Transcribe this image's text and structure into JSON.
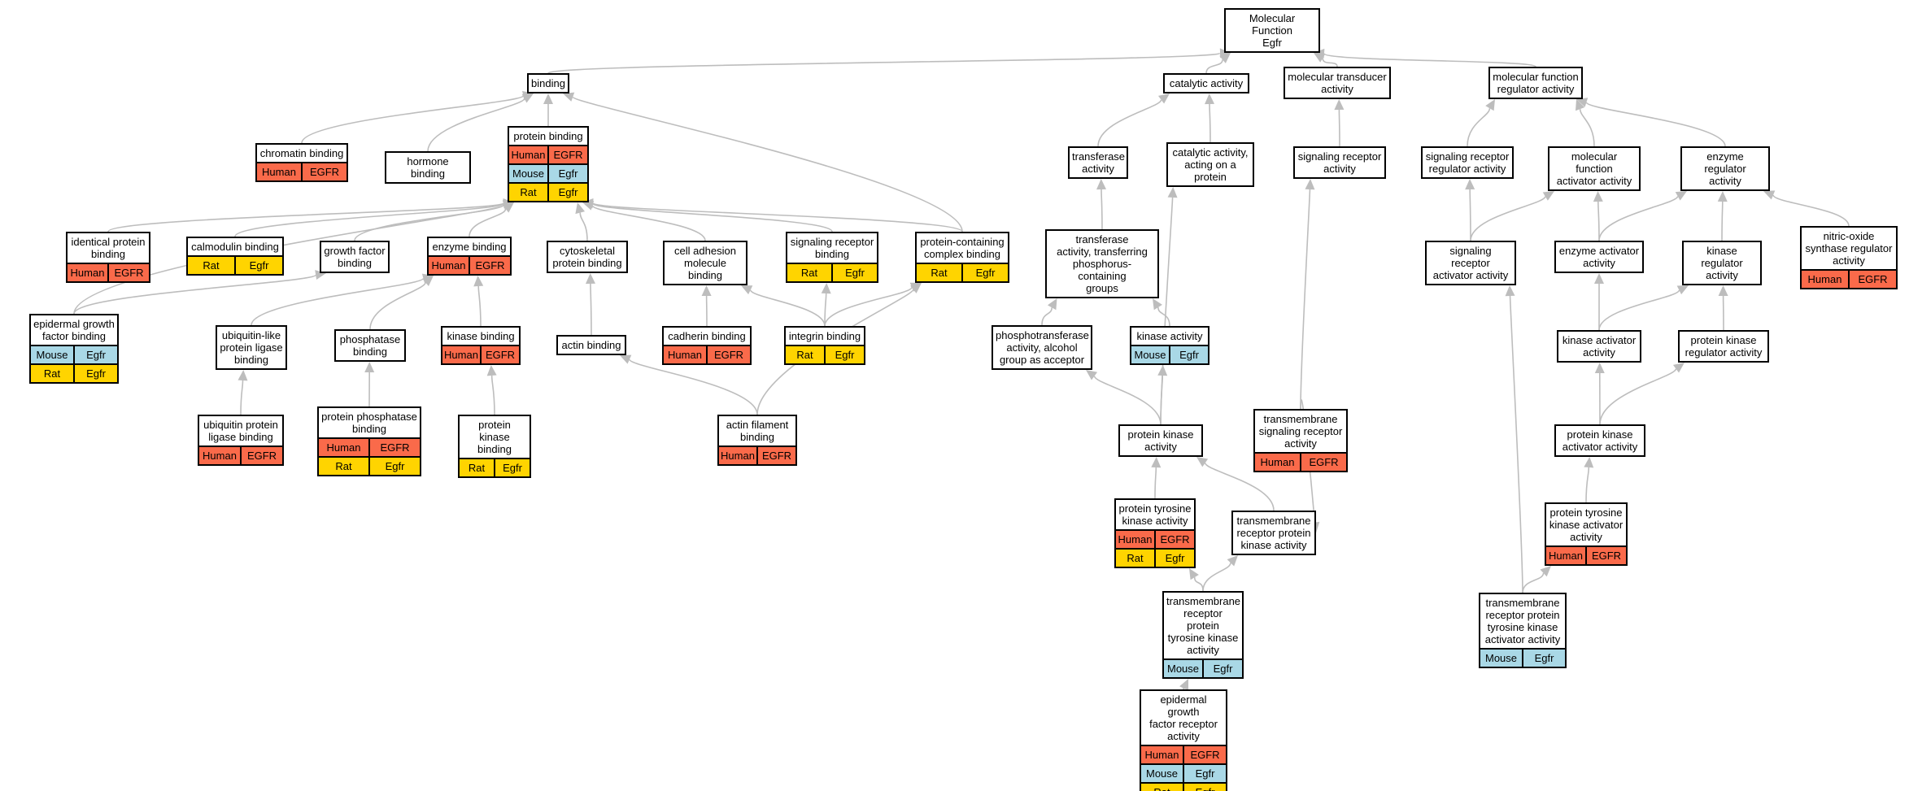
{
  "colors": {
    "human": "#fa6a4a",
    "mouse": "#a9d8e6",
    "rat": "#ffd400",
    "edge": "#bdbdbd",
    "border": "#000000"
  },
  "nodes": [
    {
      "id": "mf",
      "label": "Molecular Function\nEgfr",
      "rows": []
    },
    {
      "id": "binding",
      "label": "binding",
      "rows": []
    },
    {
      "id": "catalytic",
      "label": "catalytic activity",
      "rows": []
    },
    {
      "id": "transducer",
      "label": "molecular transducer\nactivity",
      "rows": []
    },
    {
      "id": "mfreg",
      "label": "molecular function\nregulator activity",
      "rows": []
    },
    {
      "id": "chromatin",
      "label": "chromatin binding",
      "rows": [
        {
          "species": "Human",
          "gene": "EGFR"
        }
      ]
    },
    {
      "id": "hormone",
      "label": "hormone binding",
      "rows": []
    },
    {
      "id": "protbind",
      "label": "protein binding",
      "rows": [
        {
          "species": "Human",
          "gene": "EGFR"
        },
        {
          "species": "Mouse",
          "gene": "Egfr"
        },
        {
          "species": "Rat",
          "gene": "Egfr"
        }
      ]
    },
    {
      "id": "transferase",
      "label": "transferase\nactivity",
      "rows": []
    },
    {
      "id": "catprot",
      "label": "catalytic activity,\nacting on a\nprotein",
      "rows": []
    },
    {
      "id": "sigrecact",
      "label": "signaling receptor\nactivity",
      "rows": []
    },
    {
      "id": "sigrecreg",
      "label": "signaling receptor\nregulator activity",
      "rows": []
    },
    {
      "id": "mfact",
      "label": "molecular function\nactivator activity",
      "rows": []
    },
    {
      "id": "enzreg",
      "label": "enzyme regulator\nactivity",
      "rows": []
    },
    {
      "id": "identical",
      "label": "identical protein\nbinding",
      "rows": [
        {
          "species": "Human",
          "gene": "EGFR"
        }
      ]
    },
    {
      "id": "calmodulin",
      "label": "calmodulin binding",
      "rows": [
        {
          "species": "Rat",
          "gene": "Egfr"
        }
      ]
    },
    {
      "id": "growthfactor",
      "label": "growth factor\nbinding",
      "rows": []
    },
    {
      "id": "enzyme",
      "label": "enzyme binding",
      "rows": [
        {
          "species": "Human",
          "gene": "EGFR"
        }
      ]
    },
    {
      "id": "cytoskeletal",
      "label": "cytoskeletal\nprotein binding",
      "rows": []
    },
    {
      "id": "celladh",
      "label": "cell adhesion\nmolecule binding",
      "rows": []
    },
    {
      "id": "sigrecbind",
      "label": "signaling receptor\nbinding",
      "rows": [
        {
          "species": "Rat",
          "gene": "Egfr"
        }
      ]
    },
    {
      "id": "complex",
      "label": "protein-containing\ncomplex binding",
      "rows": [
        {
          "species": "Rat",
          "gene": "Egfr"
        }
      ]
    },
    {
      "id": "transphos",
      "label": "transferase\nactivity, transferring\nphosphorus-containing\ngroups",
      "rows": []
    },
    {
      "id": "sigrecactact",
      "label": "signaling receptor\nactivator activity",
      "rows": []
    },
    {
      "id": "enzact",
      "label": "enzyme activator\nactivity",
      "rows": []
    },
    {
      "id": "kinreg",
      "label": "kinase regulator\nactivity",
      "rows": []
    },
    {
      "id": "nos",
      "label": "nitric-oxide\nsynthase regulator\nactivity",
      "rows": [
        {
          "species": "Human",
          "gene": "EGFR"
        }
      ]
    },
    {
      "id": "egfbind",
      "label": "epidermal growth\nfactor binding",
      "rows": [
        {
          "species": "Mouse",
          "gene": "Egfr"
        },
        {
          "species": "Rat",
          "gene": "Egfr"
        }
      ]
    },
    {
      "id": "ublike",
      "label": "ubiquitin-like\nprotein ligase\nbinding",
      "rows": []
    },
    {
      "id": "phosphatase",
      "label": "phosphatase\nbinding",
      "rows": []
    },
    {
      "id": "kinbind",
      "label": "kinase binding",
      "rows": [
        {
          "species": "Human",
          "gene": "EGFR"
        }
      ]
    },
    {
      "id": "actin",
      "label": "actin binding",
      "rows": []
    },
    {
      "id": "cadherin",
      "label": "cadherin binding",
      "rows": [
        {
          "species": "Human",
          "gene": "EGFR"
        }
      ]
    },
    {
      "id": "integrin",
      "label": "integrin binding",
      "rows": [
        {
          "species": "Rat",
          "gene": "Egfr"
        }
      ]
    },
    {
      "id": "phosphotrans",
      "label": "phosphotransferase\nactivity, alcohol\ngroup as acceptor",
      "rows": []
    },
    {
      "id": "kinase",
      "label": "kinase activity",
      "rows": [
        {
          "species": "Mouse",
          "gene": "Egfr"
        }
      ]
    },
    {
      "id": "kinactact",
      "label": "kinase activator\nactivity",
      "rows": []
    },
    {
      "id": "protkinreg",
      "label": "protein kinase\nregulator activity",
      "rows": []
    },
    {
      "id": "ubprot",
      "label": "ubiquitin protein\nligase binding",
      "rows": [
        {
          "species": "Human",
          "gene": "EGFR"
        }
      ]
    },
    {
      "id": "protphos",
      "label": "protein phosphatase\nbinding",
      "rows": [
        {
          "species": "Human",
          "gene": "EGFR"
        },
        {
          "species": "Rat",
          "gene": "Egfr"
        }
      ]
    },
    {
      "id": "protkinbind",
      "label": "protein kinase\nbinding",
      "rows": [
        {
          "species": "Rat",
          "gene": "Egfr"
        }
      ]
    },
    {
      "id": "actinfil",
      "label": "actin filament\nbinding",
      "rows": [
        {
          "species": "Human",
          "gene": "EGFR"
        }
      ]
    },
    {
      "id": "protkin",
      "label": "protein kinase\nactivity",
      "rows": []
    },
    {
      "id": "tmsigrec",
      "label": "transmembrane\nsignaling receptor\nactivity",
      "rows": [
        {
          "species": "Human",
          "gene": "EGFR"
        }
      ]
    },
    {
      "id": "protkinactact",
      "label": "protein kinase\nactivator activity",
      "rows": []
    },
    {
      "id": "ptk",
      "label": "protein tyrosine\nkinase activity",
      "rows": [
        {
          "species": "Human",
          "gene": "EGFR"
        },
        {
          "species": "Rat",
          "gene": "Egfr"
        }
      ]
    },
    {
      "id": "tmrpk",
      "label": "transmembrane\nreceptor protein\nkinase activity",
      "rows": []
    },
    {
      "id": "ptkact",
      "label": "protein tyrosine\nkinase activator\nactivity",
      "rows": [
        {
          "species": "Human",
          "gene": "EGFR"
        }
      ]
    },
    {
      "id": "tmrptk",
      "label": "transmembrane\nreceptor protein\ntyrosine kinase\nactivity",
      "rows": [
        {
          "species": "Mouse",
          "gene": "Egfr"
        }
      ]
    },
    {
      "id": "tmrptkact",
      "label": "transmembrane\nreceptor protein\ntyrosine kinase\nactivator activity",
      "rows": [
        {
          "species": "Mouse",
          "gene": "Egfr"
        }
      ]
    },
    {
      "id": "egfr",
      "label": "epidermal growth\nfactor receptor\nactivity",
      "rows": [
        {
          "species": "Human",
          "gene": "EGFR"
        },
        {
          "species": "Mouse",
          "gene": "Egfr"
        },
        {
          "species": "Rat",
          "gene": "Egfr"
        }
      ]
    }
  ],
  "edges": [
    [
      "binding",
      "mf"
    ],
    [
      "catalytic",
      "mf"
    ],
    [
      "transducer",
      "mf"
    ],
    [
      "mfreg",
      "mf"
    ],
    [
      "chromatin",
      "binding"
    ],
    [
      "hormone",
      "binding"
    ],
    [
      "protbind",
      "binding"
    ],
    [
      "complex",
      "binding"
    ],
    [
      "identical",
      "protbind"
    ],
    [
      "calmodulin",
      "protbind"
    ],
    [
      "growthfactor",
      "protbind"
    ],
    [
      "enzyme",
      "protbind"
    ],
    [
      "cytoskeletal",
      "protbind"
    ],
    [
      "celladh",
      "protbind"
    ],
    [
      "sigrecbind",
      "protbind"
    ],
    [
      "complex",
      "protbind"
    ],
    [
      "egfbind",
      "protbind"
    ],
    [
      "egfbind",
      "growthfactor"
    ],
    [
      "ubprot",
      "ublike"
    ],
    [
      "ublike",
      "enzyme"
    ],
    [
      "phosphatase",
      "enzyme"
    ],
    [
      "kinbind",
      "enzyme"
    ],
    [
      "protphos",
      "phosphatase"
    ],
    [
      "protkinbind",
      "kinbind"
    ],
    [
      "actin",
      "cytoskeletal"
    ],
    [
      "actinfil",
      "actin"
    ],
    [
      "actinfil",
      "complex"
    ],
    [
      "cadherin",
      "celladh"
    ],
    [
      "integrin",
      "celladh"
    ],
    [
      "integrin",
      "sigrecbind"
    ],
    [
      "integrin",
      "complex"
    ],
    [
      "transferase",
      "catalytic"
    ],
    [
      "catprot",
      "catalytic"
    ],
    [
      "transphos",
      "transferase"
    ],
    [
      "phosphotrans",
      "transphos"
    ],
    [
      "kinase",
      "transphos"
    ],
    [
      "protkin",
      "phosphotrans"
    ],
    [
      "protkin",
      "kinase"
    ],
    [
      "protkin",
      "catprot"
    ],
    [
      "ptk",
      "protkin"
    ],
    [
      "tmrpk",
      "protkin"
    ],
    [
      "tmsigrec",
      "tmrpk"
    ],
    [
      "tmrptk",
      "ptk"
    ],
    [
      "tmrptk",
      "tmrpk"
    ],
    [
      "egfr",
      "tmrptk"
    ],
    [
      "sigrecact",
      "transducer"
    ],
    [
      "tmsigrec",
      "sigrecact"
    ],
    [
      "sigrecreg",
      "mfreg"
    ],
    [
      "mfact",
      "mfreg"
    ],
    [
      "enzreg",
      "mfreg"
    ],
    [
      "sigrecactact",
      "sigrecreg"
    ],
    [
      "sigrecactact",
      "mfact"
    ],
    [
      "enzact",
      "mfact"
    ],
    [
      "enzact",
      "enzreg"
    ],
    [
      "kinreg",
      "enzreg"
    ],
    [
      "nos",
      "enzreg"
    ],
    [
      "kinactact",
      "enzact"
    ],
    [
      "kinactact",
      "kinreg"
    ],
    [
      "protkinreg",
      "kinreg"
    ],
    [
      "protkinactact",
      "kinactact"
    ],
    [
      "protkinactact",
      "protkinreg"
    ],
    [
      "ptkact",
      "protkinactact"
    ],
    [
      "tmrptkact",
      "ptkact"
    ],
    [
      "tmrptkact",
      "sigrecactact"
    ]
  ]
}
